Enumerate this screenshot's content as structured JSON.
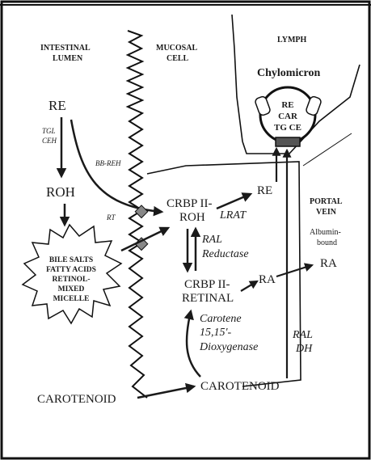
{
  "regions": {
    "intestinal_lumen": [
      "INTESTINAL",
      "LUMEN"
    ],
    "mucosal_cell": [
      "MUCOSAL",
      "CELL"
    ],
    "lymph": "LYMPH",
    "portal_vein": [
      "PORTAL",
      "VEIN"
    ]
  },
  "chylomicron": {
    "title": "Chylomicron",
    "core": [
      "RE",
      "CAR",
      "TG CE"
    ]
  },
  "nodes": {
    "re_lumen": "RE",
    "roh_lumen": "ROH",
    "crbp_roh": [
      "CRBP II-",
      "ROH"
    ],
    "re_cell": "RE",
    "crbp_retinal": [
      "CRBP II-",
      "RETINAL"
    ],
    "ra_cell": "RA",
    "carotenoid_cell": "CAROTENOID",
    "carotenoid_lumen": "CAROTENOID",
    "albumin_ra": [
      "Albumin-",
      "bound",
      "RA"
    ]
  },
  "burst": [
    "BILE SALTS",
    "FATTY ACIDS",
    "RETINOL-",
    "MIXED",
    "MICELLE"
  ],
  "enzymes": {
    "tgl_ceh": [
      "TGL",
      "CEH"
    ],
    "bb_reh": "BB-REH",
    "rt": "RT",
    "lrat": "LRAT",
    "ral_reductase": [
      "RAL",
      "Reductase"
    ],
    "carotene_dioxygenase": [
      "Carotene",
      "15,15'-",
      "Dioxygenase"
    ],
    "ral_dh": [
      "RAL",
      "DH"
    ]
  }
}
